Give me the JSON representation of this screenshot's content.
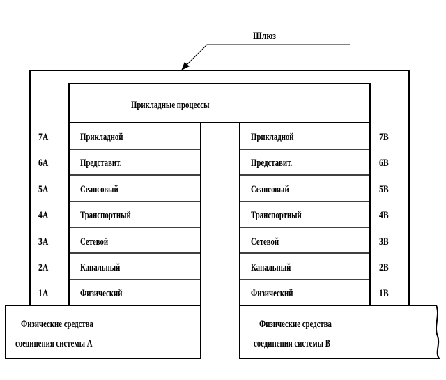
{
  "gateway": {
    "label": "Шлюз"
  },
  "top_block": {
    "label": "Прикладные процессы"
  },
  "left_stack": {
    "levels": [
      "7A",
      "6A",
      "5A",
      "4A",
      "3A",
      "2A",
      "1A"
    ],
    "layers": [
      "Прикладной",
      "Представит.",
      "Сеансовый",
      "Транспортный",
      "Сетевой",
      "Канальный",
      "Физический"
    ]
  },
  "right_stack": {
    "levels": [
      "7B",
      "6B",
      "5B",
      "4B",
      "3B",
      "2B",
      "1B"
    ],
    "layers": [
      "Прикладной",
      "Представит.",
      "Сеансовый",
      "Транспортный",
      "Сетевой",
      "Канальный",
      "Физический"
    ]
  },
  "media_left": {
    "line1": "Физические средства",
    "line2": "соединения системы А"
  },
  "media_right": {
    "line1": "Физические средства",
    "line2": "соединения системы В"
  },
  "colors": {
    "stroke": "#000000",
    "background": "#ffffff"
  }
}
